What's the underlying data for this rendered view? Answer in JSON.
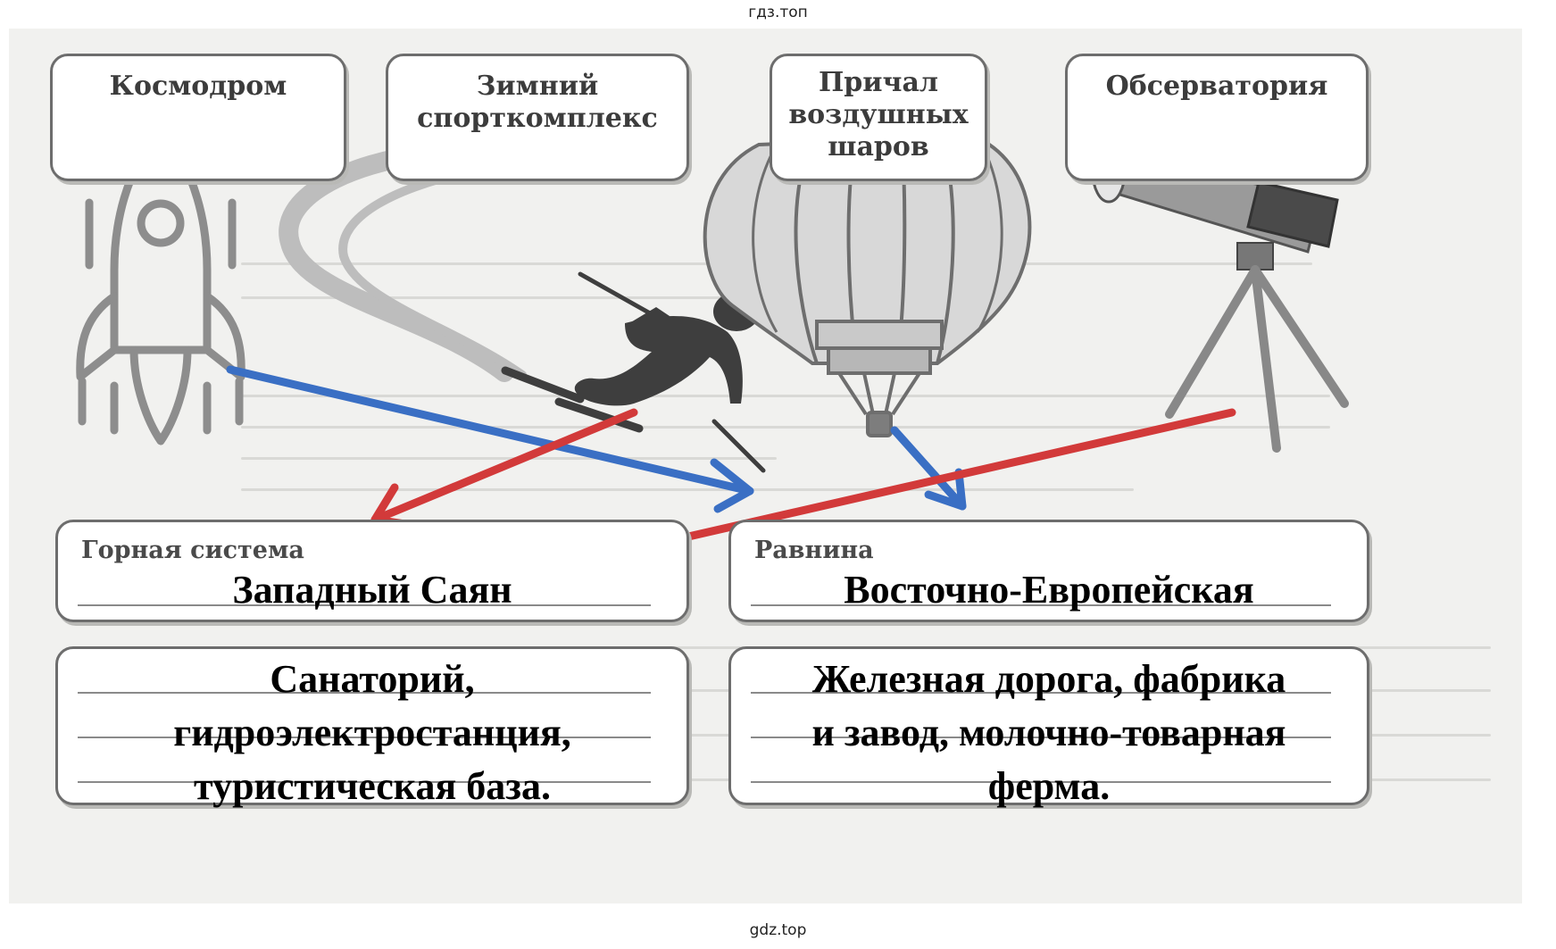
{
  "watermarks": {
    "top": "гдз.топ",
    "bottom": "gdz.top"
  },
  "places": [
    {
      "label_lines": [
        "Космодром"
      ],
      "icon": "rocket-icon"
    },
    {
      "label_lines": [
        "Зимний",
        "спорткомплекс"
      ],
      "icon": "skier-icon"
    },
    {
      "label_lines": [
        "Причал",
        "воздушных",
        "шаров"
      ],
      "icon": "hot-air-balloon-icon"
    },
    {
      "label_lines": [
        "Обсерватория"
      ],
      "icon": "telescope-icon"
    }
  ],
  "landforms": {
    "mountain": {
      "caption": "Горная система",
      "answer": "Западный Саян"
    },
    "plain": {
      "caption": "Равнина",
      "answer": "Восточно-Европейская"
    }
  },
  "objects": {
    "mountain": [
      "Санаторий,",
      "гидроэлектростанция,",
      "туристическая база."
    ],
    "plain": [
      "Железная дорога, фабрика",
      "и завод, молочно-товарная",
      "ферма."
    ]
  },
  "arrow_colors": {
    "blue": "#3a6fc4",
    "red": "#d23a3a"
  }
}
